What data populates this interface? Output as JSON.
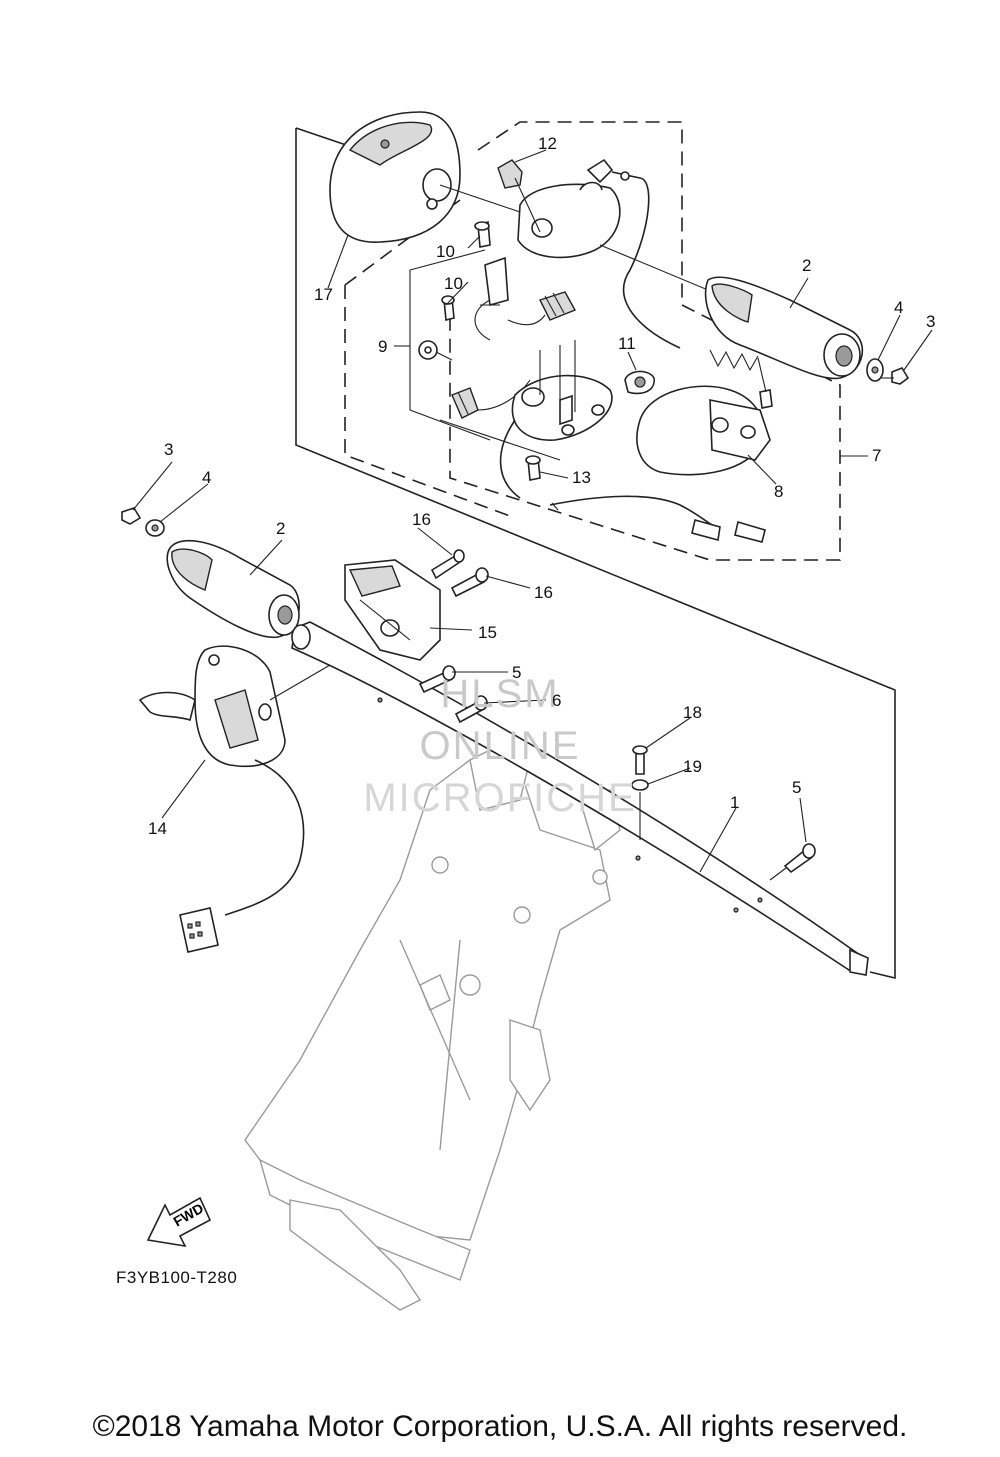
{
  "callouts": [
    "1",
    "2",
    "2",
    "3",
    "3",
    "4",
    "4",
    "5",
    "5",
    "6",
    "7",
    "8",
    "9",
    "10",
    "10",
    "11",
    "12",
    "13",
    "14",
    "15",
    "16",
    "16",
    "17",
    "18",
    "19"
  ],
  "fwd_label": "FWD",
  "figure_code": "F3YB100-T280",
  "watermark": {
    "line1": "HLSM",
    "line2": "ONLINE",
    "line3": "MICROFICHE"
  },
  "copyright": "©2018 Yamaha Motor Corporation, U.S.A. All rights reserved."
}
